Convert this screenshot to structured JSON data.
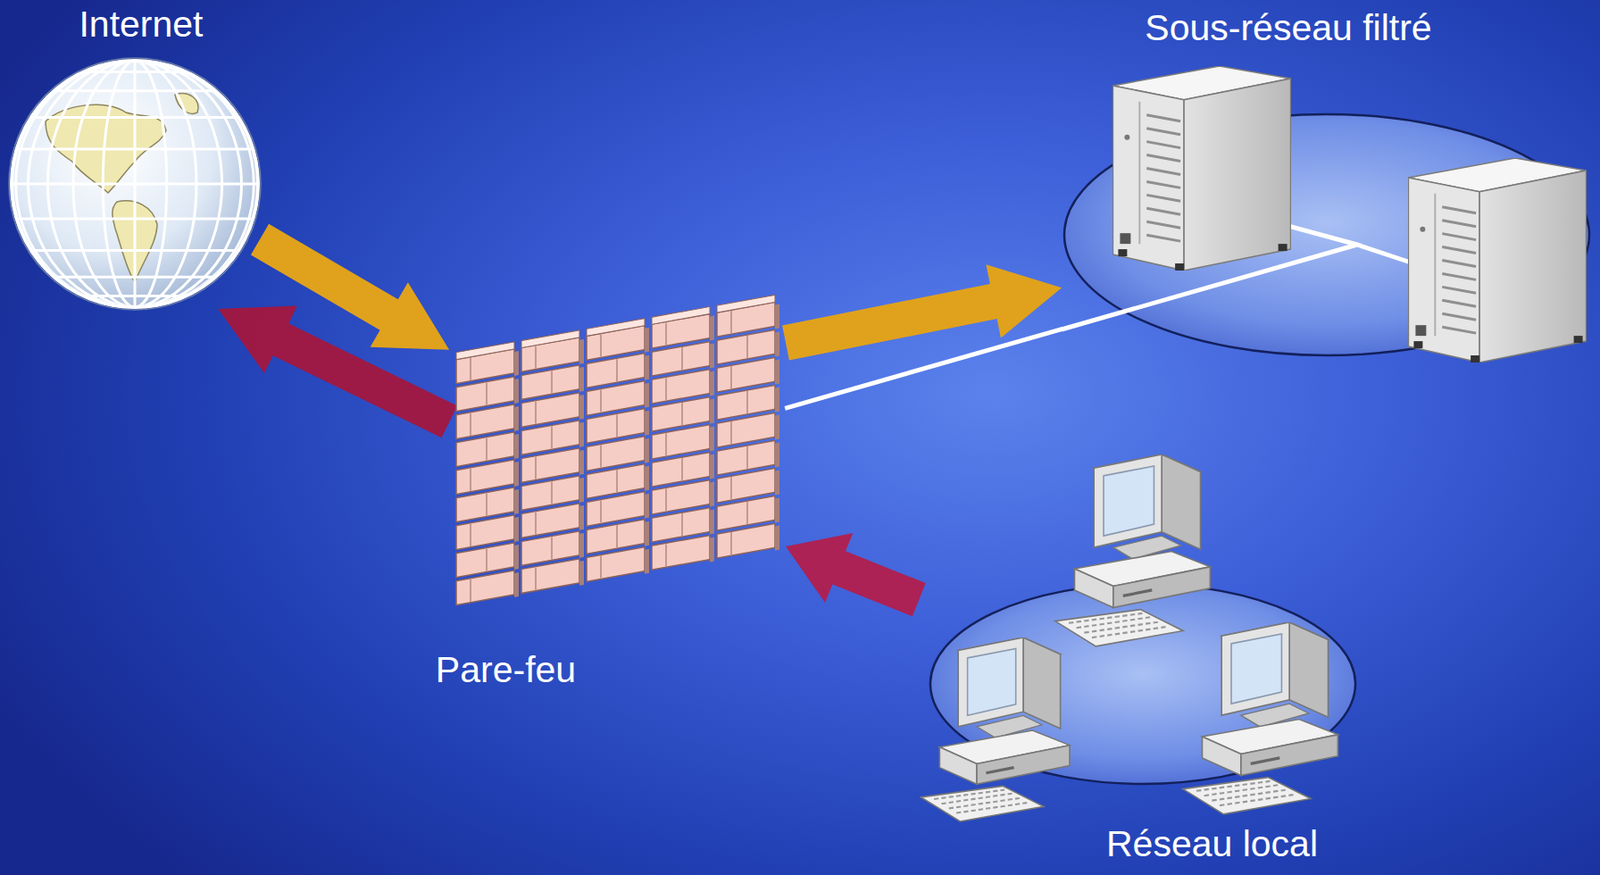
{
  "diagram": {
    "nodes": [
      {
        "text": [
          "Internet"
        ]
      },
      {
        "text": [
          "Pare-feu"
        ]
      },
      {
        "text": [
          "Sous-réseau filtré"
        ]
      },
      {
        "text": [
          "Réseau local"
        ]
      }
    ],
    "edges": [
      {
        "from": 0,
        "to": 1,
        "arrow": "to"
      },
      {
        "from": 1,
        "to": 2,
        "arrow": "to"
      },
      {
        "from": 1,
        "to": 0,
        "arrow": "to"
      },
      {
        "from": 3,
        "to": 1,
        "arrow": "to"
      },
      {
        "from": 1,
        "to": 2,
        "arrow": "none"
      }
    ]
  }
}
